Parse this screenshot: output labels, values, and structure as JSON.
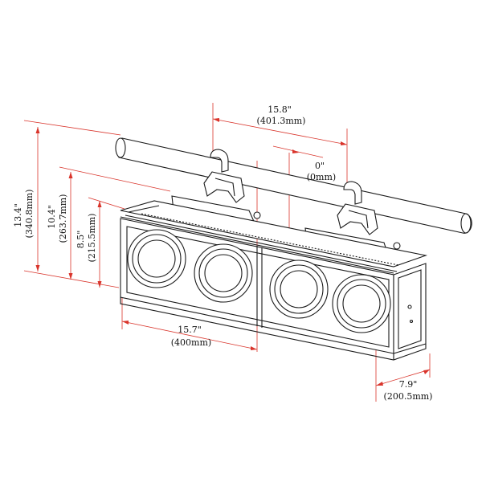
{
  "diagram": {
    "colors": {
      "dimension_line": "#d9342b",
      "outline": "#1a1a1a"
    },
    "dimensions": {
      "total_height": {
        "imperial": "13.4\"",
        "metric": "(340.8mm)"
      },
      "height_10_4": {
        "imperial": "10.4\"",
        "metric": "(263.7mm)"
      },
      "height_8_5": {
        "imperial": "8.5\"",
        "metric": "(215.5mm)"
      },
      "clamp_spacing": {
        "imperial": "15.8\"",
        "metric": "(401.3mm)"
      },
      "offset": {
        "imperial": "0\"",
        "metric": "(0mm)"
      },
      "module_width": {
        "imperial": "15.7\"",
        "metric": "(400mm)"
      },
      "depth": {
        "imperial": "7.9\"",
        "metric": "(200.5mm)"
      }
    }
  }
}
